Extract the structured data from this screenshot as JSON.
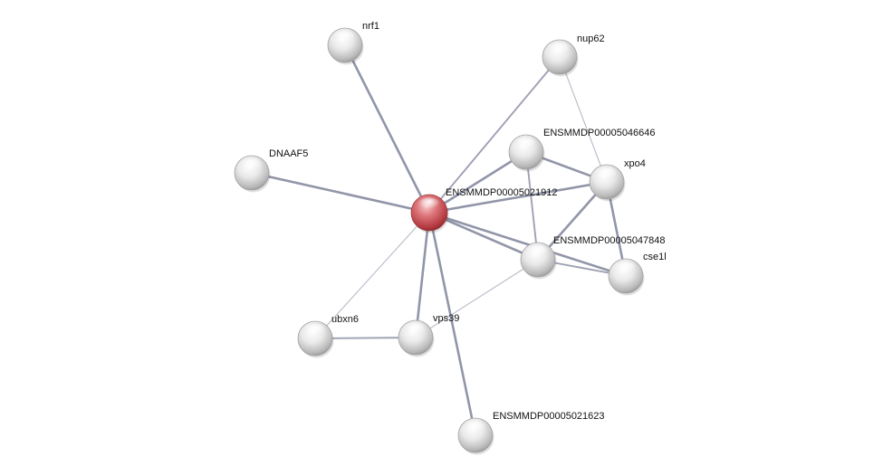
{
  "network": {
    "nodes": [
      {
        "id": "center",
        "label": "ENSMMDP00005021912",
        "type": "query"
      },
      {
        "id": "nrf1",
        "label": "nrf1",
        "type": "partner"
      },
      {
        "id": "nup62",
        "label": "nup62",
        "type": "partner"
      },
      {
        "id": "ens46646",
        "label": "ENSMMDP00005046646",
        "type": "partner"
      },
      {
        "id": "xpo4",
        "label": "xpo4",
        "type": "partner"
      },
      {
        "id": "dnaaf5",
        "label": "DNAAF5",
        "type": "partner"
      },
      {
        "id": "ens47848",
        "label": "ENSMMDP00005047848",
        "type": "partner"
      },
      {
        "id": "cse1l",
        "label": "cse1l",
        "type": "partner"
      },
      {
        "id": "ubxn6",
        "label": "ubxn6",
        "type": "partner"
      },
      {
        "id": "vps39",
        "label": "vps39",
        "type": "partner"
      },
      {
        "id": "ens21623",
        "label": "ENSMMDP00005021623",
        "type": "partner"
      }
    ],
    "edges": [
      {
        "source": "center",
        "target": "nrf1",
        "strength": "strong"
      },
      {
        "source": "center",
        "target": "nup62",
        "strength": "medium"
      },
      {
        "source": "center",
        "target": "ens46646",
        "strength": "strong"
      },
      {
        "source": "center",
        "target": "xpo4",
        "strength": "strong"
      },
      {
        "source": "center",
        "target": "dnaaf5",
        "strength": "strong"
      },
      {
        "source": "center",
        "target": "ens47848",
        "strength": "strong"
      },
      {
        "source": "center",
        "target": "cse1l",
        "strength": "strong"
      },
      {
        "source": "center",
        "target": "ubxn6",
        "strength": "weak"
      },
      {
        "source": "center",
        "target": "vps39",
        "strength": "strong"
      },
      {
        "source": "center",
        "target": "ens21623",
        "strength": "strong"
      },
      {
        "source": "nup62",
        "target": "xpo4",
        "strength": "weak"
      },
      {
        "source": "ens46646",
        "target": "xpo4",
        "strength": "strong"
      },
      {
        "source": "ens46646",
        "target": "ens47848",
        "strength": "medium"
      },
      {
        "source": "xpo4",
        "target": "ens47848",
        "strength": "strong"
      },
      {
        "source": "xpo4",
        "target": "cse1l",
        "strength": "strong"
      },
      {
        "source": "ens47848",
        "target": "cse1l",
        "strength": "medium"
      },
      {
        "source": "ens47848",
        "target": "vps39",
        "strength": "weak"
      },
      {
        "source": "vps39",
        "target": "ubxn6",
        "strength": "medium"
      }
    ]
  },
  "colors": {
    "query_node": "#d9666b",
    "partner_node": "#d8d8d8",
    "edge": "#7e8299",
    "label": "#111111",
    "background": "#ffffff"
  }
}
